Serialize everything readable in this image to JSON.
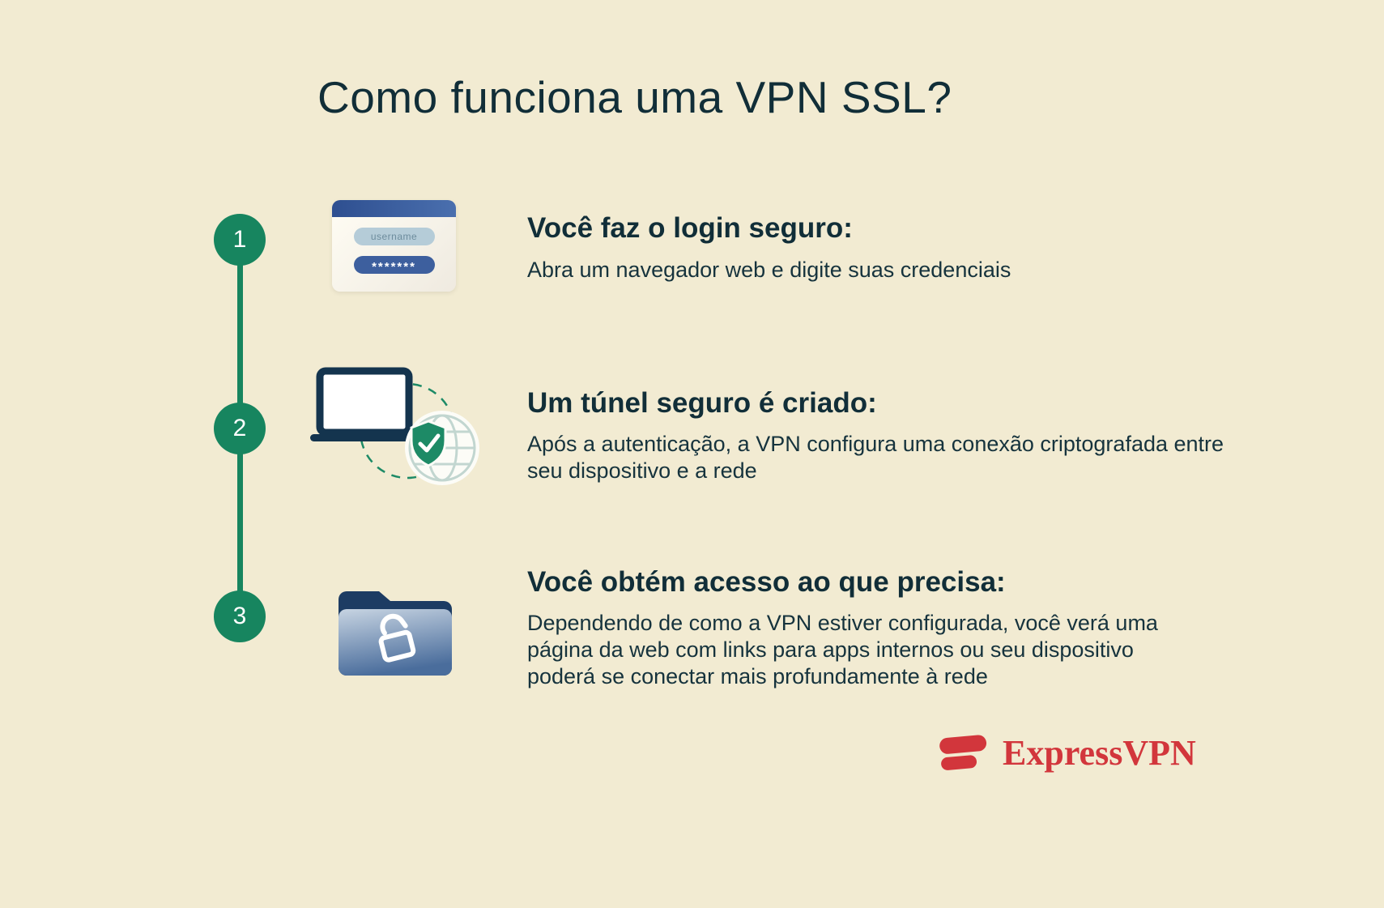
{
  "page": {
    "title": "Como funciona uma VPN SSL?",
    "background_color": "#f2ebd2",
    "accent_green": "#17855f",
    "text_color": "#112e38",
    "logo_red": "#d2363c"
  },
  "steps": [
    {
      "number": "1",
      "icon": "login-form-icon",
      "heading": "Você faz o login seguro:",
      "body": "Abra um navegador web e digite suas credenciais"
    },
    {
      "number": "2",
      "icon": "laptop-shield-icon",
      "heading": "Um túnel seguro é criado:",
      "body": "Após a autenticação, a VPN configura uma conexão criptografada entre seu dispositivo e a rede"
    },
    {
      "number": "3",
      "icon": "folder-unlock-icon",
      "heading": "Você obtém acesso ao que precisa:",
      "body": "Dependendo de como a VPN estiver configurada, você verá uma página da web com links para apps internos ou seu dispositivo poderá se conectar mais profundamente à rede"
    }
  ],
  "login_icon": {
    "username_placeholder": "username",
    "password_mask": "*******"
  },
  "logo": {
    "brand": "ExpressVPN"
  }
}
